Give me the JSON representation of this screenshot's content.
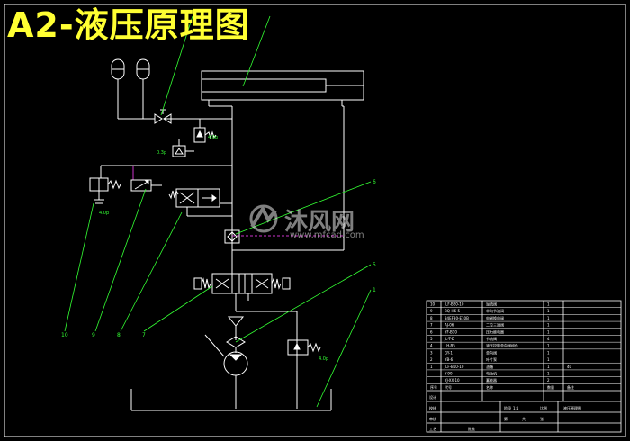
{
  "title": "A2-液压原理图",
  "watermark": {
    "brand": "沐风网",
    "url": "www.mfcad.com"
  },
  "colors": {
    "background": "#000000",
    "lines": "#ffffff",
    "title": "#ffff33",
    "callouts": "#33ff33",
    "pipe_accent": "#cc33cc"
  },
  "labels": {
    "p_valve_upper": "4.0p",
    "p_small": "0.3p",
    "p_relief_left": "4.0p",
    "p_relief_right": "4.0p",
    "callout_bottom_1": "10",
    "callout_bottom_2": "9",
    "callout_bottom_3": "8",
    "callout_bottom_4": "7",
    "callout_right_1": "6",
    "callout_right_2": "5",
    "callout_right_3": "1"
  },
  "parts_list": {
    "rows": [
      [
        "10",
        "JLF-B20-10",
        "溢流阀",
        "1",
        ""
      ],
      [
        "9",
        "BQ-H6-5",
        "单向节流阀",
        "1",
        ""
      ],
      [
        "8",
        "34EF30-E10B",
        "电磁换向阀",
        "1",
        ""
      ],
      [
        "7",
        "AJ-06",
        "二位三通阀",
        "1",
        ""
      ],
      [
        "6",
        "YF-B10",
        "压力继电器",
        "1",
        ""
      ],
      [
        "5",
        "JL-T-D",
        "节流阀",
        "4",
        ""
      ],
      [
        "4",
        "LH-B5",
        "液压控制单向阀组件",
        "1",
        ""
      ],
      [
        "3",
        "GY-1",
        "单向阀",
        "1",
        ""
      ],
      [
        "2",
        "YB-6",
        "叶片泵",
        "1",
        ""
      ],
      [
        "1",
        "JLF-B10-10",
        "油箱",
        "1",
        "40"
      ],
      [
        "",
        "Y-90",
        "电动机",
        "1",
        ""
      ],
      [
        "",
        "YJ-XX-10",
        "蓄能器",
        "2",
        ""
      ]
    ],
    "header": [
      "序号",
      "代号",
      "名称",
      "数量",
      "备注"
    ],
    "footer": {
      "r1c1": "设计",
      "r2c1": "校核",
      "r3c1": "审核",
      "r4c1": "工艺",
      "stage": "阶段",
      "sheet": "共",
      "scale": "比例",
      "drawing_name": "液压原理图",
      "count": "1:1",
      "unit": "张",
      "page": "第",
      "approve": "批准"
    }
  }
}
